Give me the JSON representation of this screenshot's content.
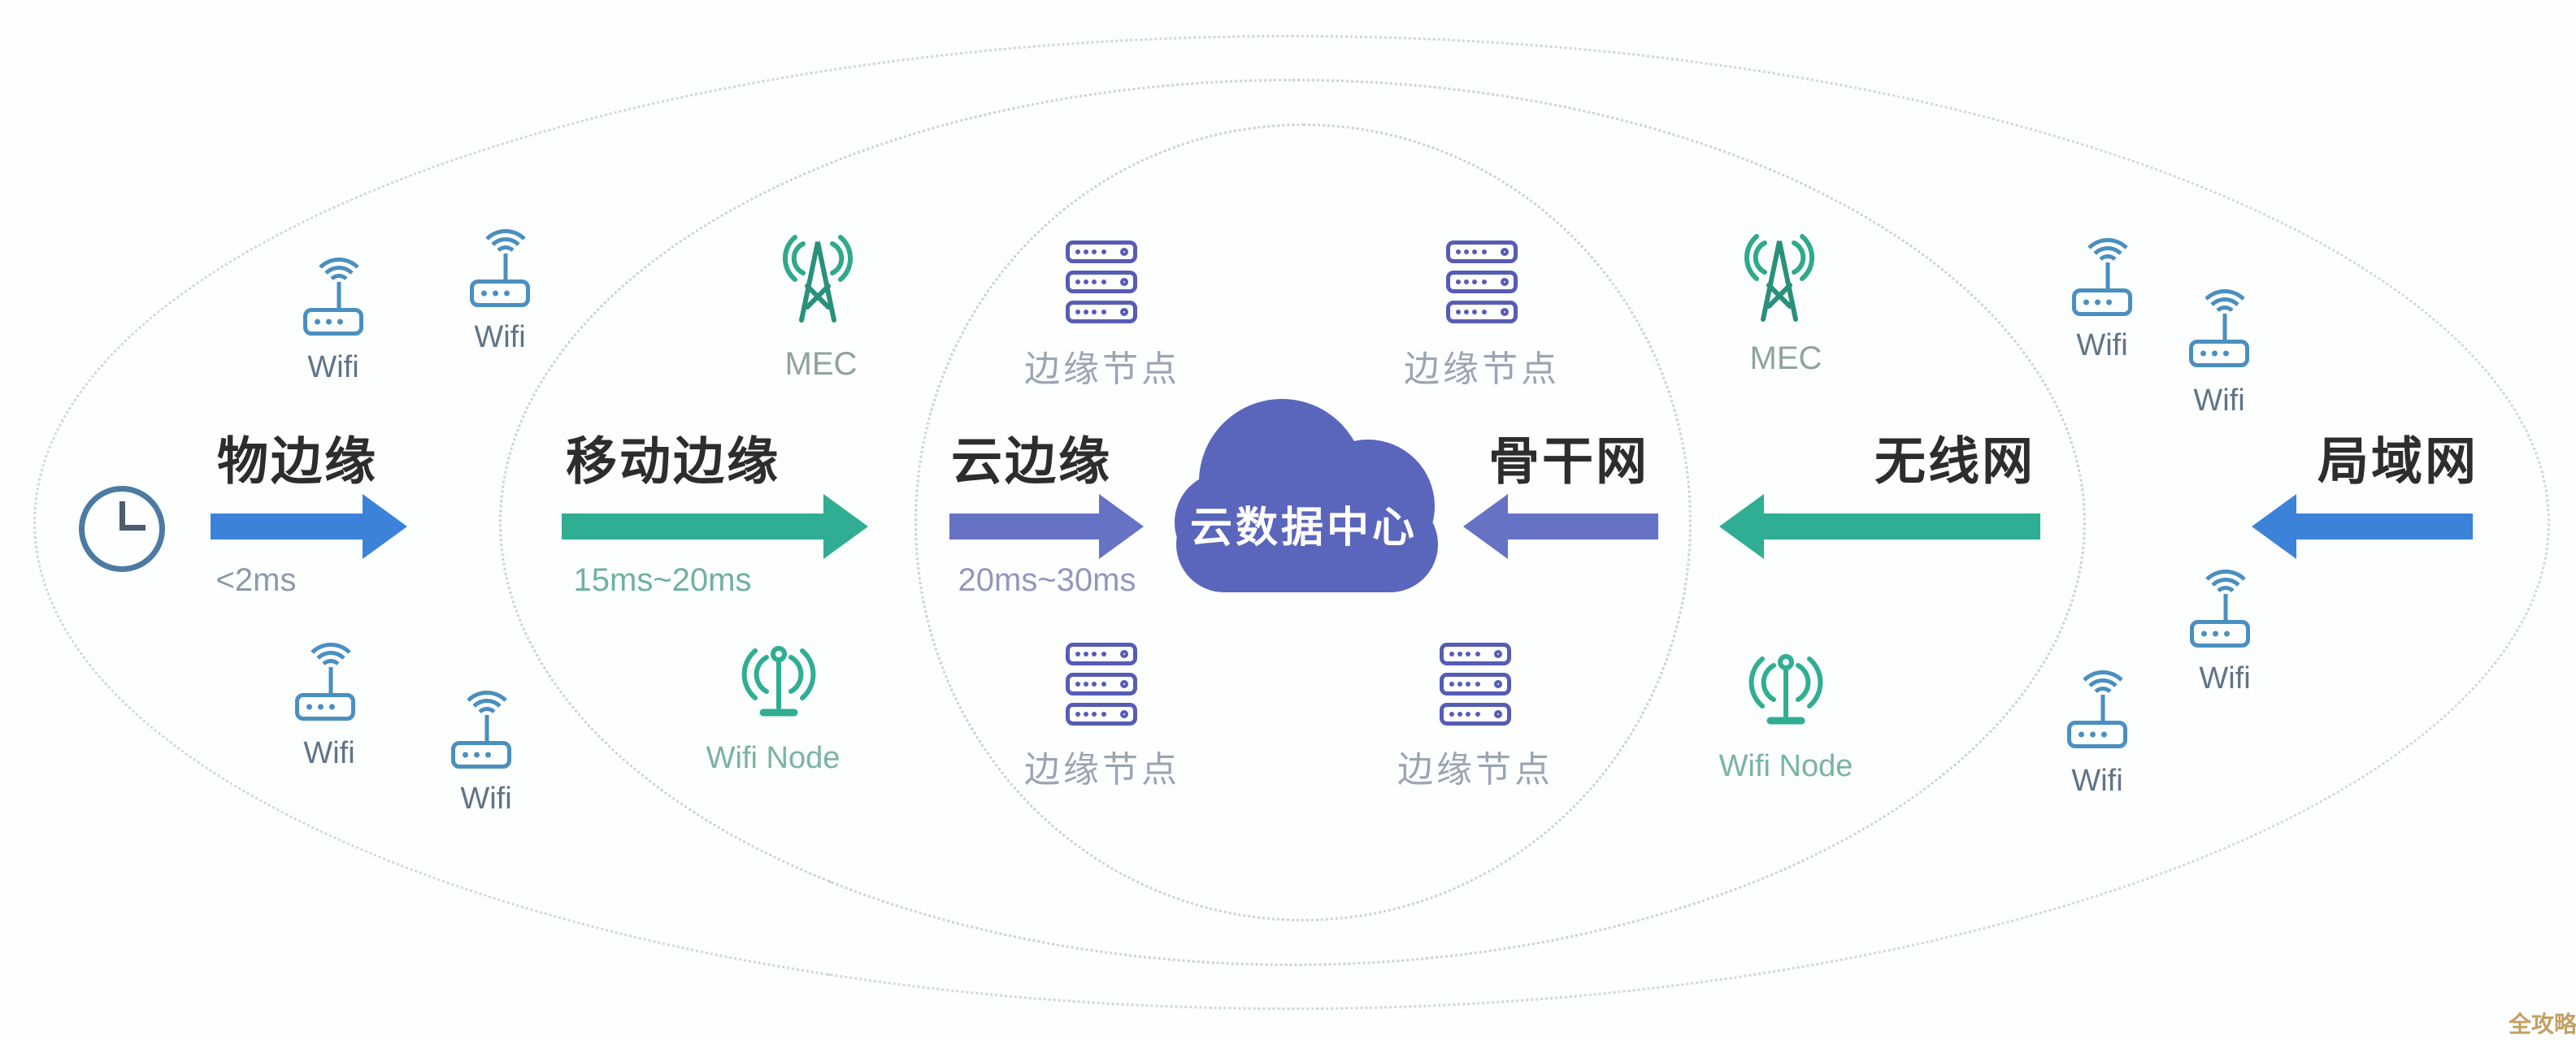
{
  "diagram": {
    "watermark": {
      "text": "全攻略",
      "color": "#c3a063"
    },
    "rings": {
      "style": "dotted",
      "count": 3,
      "color": "#ccd8d9"
    },
    "cloud": {
      "label": "云数据中心",
      "fill": "#5a66bb",
      "text_color": "#ffffff"
    },
    "stages": [
      {
        "title": "物边缘",
        "latency": "<2ms",
        "direction": "right",
        "arrow_color": "#3b82d8",
        "latency_color": "#8d9aa8"
      },
      {
        "title": "移动边缘",
        "latency": "15ms~20ms",
        "direction": "right",
        "arrow_color": "#2fae93",
        "latency_color": "#6fb0a4"
      },
      {
        "title": "云边缘",
        "latency": "20ms~30ms",
        "direction": "right",
        "arrow_color": "#6672c4",
        "latency_color": "#9298bb"
      },
      {
        "title": "骨干网",
        "latency": "",
        "direction": "left",
        "arrow_color": "#6672c4",
        "latency_color": ""
      },
      {
        "title": "无线网",
        "latency": "",
        "direction": "left",
        "arrow_color": "#2fae93",
        "latency_color": ""
      },
      {
        "title": "局域网",
        "latency": "",
        "direction": "left",
        "arrow_color": "#3b82d8",
        "latency_color": ""
      }
    ],
    "icons": {
      "wifi_label": "Wifi",
      "mec_label": "MEC",
      "wifi_node_label": "Wifi Node",
      "edge_node_label": "边缘节点",
      "wifi_color": "#4a8fc0",
      "server_color": "#575cb5",
      "antenna_color": "#2fa98c",
      "clock_color": "#4c7aa2"
    }
  }
}
